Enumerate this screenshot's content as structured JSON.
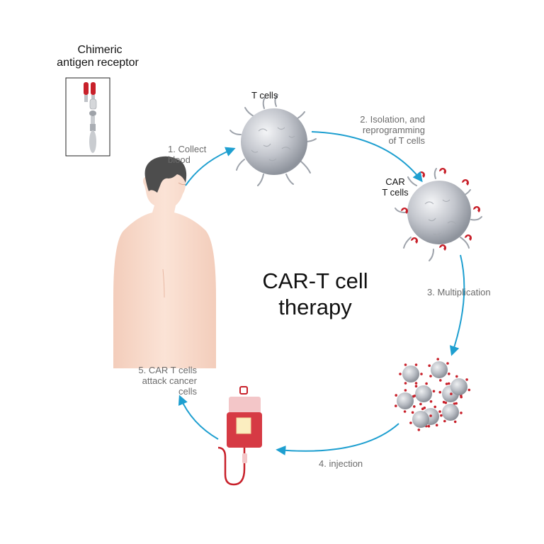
{
  "title": {
    "line1": "CAR-T cell",
    "line2": "therapy"
  },
  "receptor_label": {
    "line1": "Chimeric",
    "line2": "antigen receptor"
  },
  "t_cells_label": "T cells",
  "car_t_cells_label": {
    "line1": "CAR",
    "line2": "T cells"
  },
  "steps": {
    "collect": {
      "line1": "1. Collect",
      "line2": "blood"
    },
    "isolation": {
      "line1": "2. Isolation, and",
      "line2": "reprogramming",
      "line3": "of T cells"
    },
    "multiplication": "3. Multiplication",
    "injection": "4. injection",
    "attack": {
      "line1": "5. CAR T cells",
      "line2": "attack cancer",
      "line3": "cells"
    }
  },
  "colors": {
    "arrow": "#1e9fd0",
    "cell": "#b9bcc4",
    "receptor_red": "#c8202a",
    "skin": "#f6d6c6",
    "hair": "#4d4d4d",
    "bag": "#d63a44"
  }
}
